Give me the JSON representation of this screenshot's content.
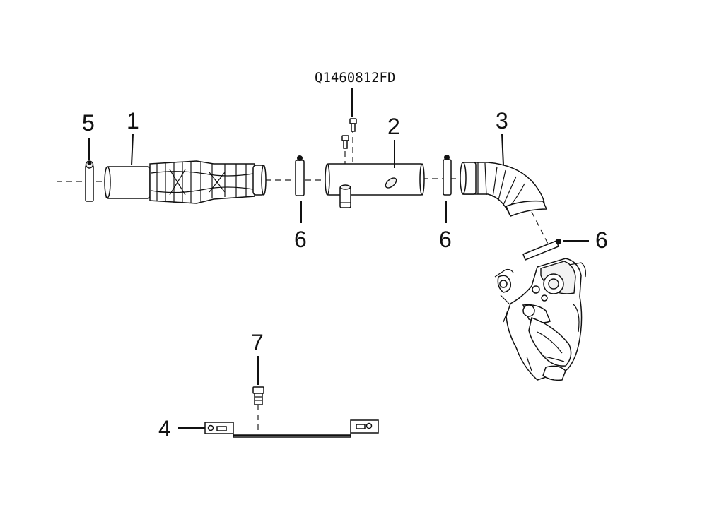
{
  "diagram": {
    "part_code": "Q1460812FD",
    "callouts": {
      "c1": "1",
      "c2": "2",
      "c3": "3",
      "c4": "4",
      "c5": "5",
      "c6a": "6",
      "c6b": "6",
      "c6c": "6",
      "c7": "7"
    }
  }
}
